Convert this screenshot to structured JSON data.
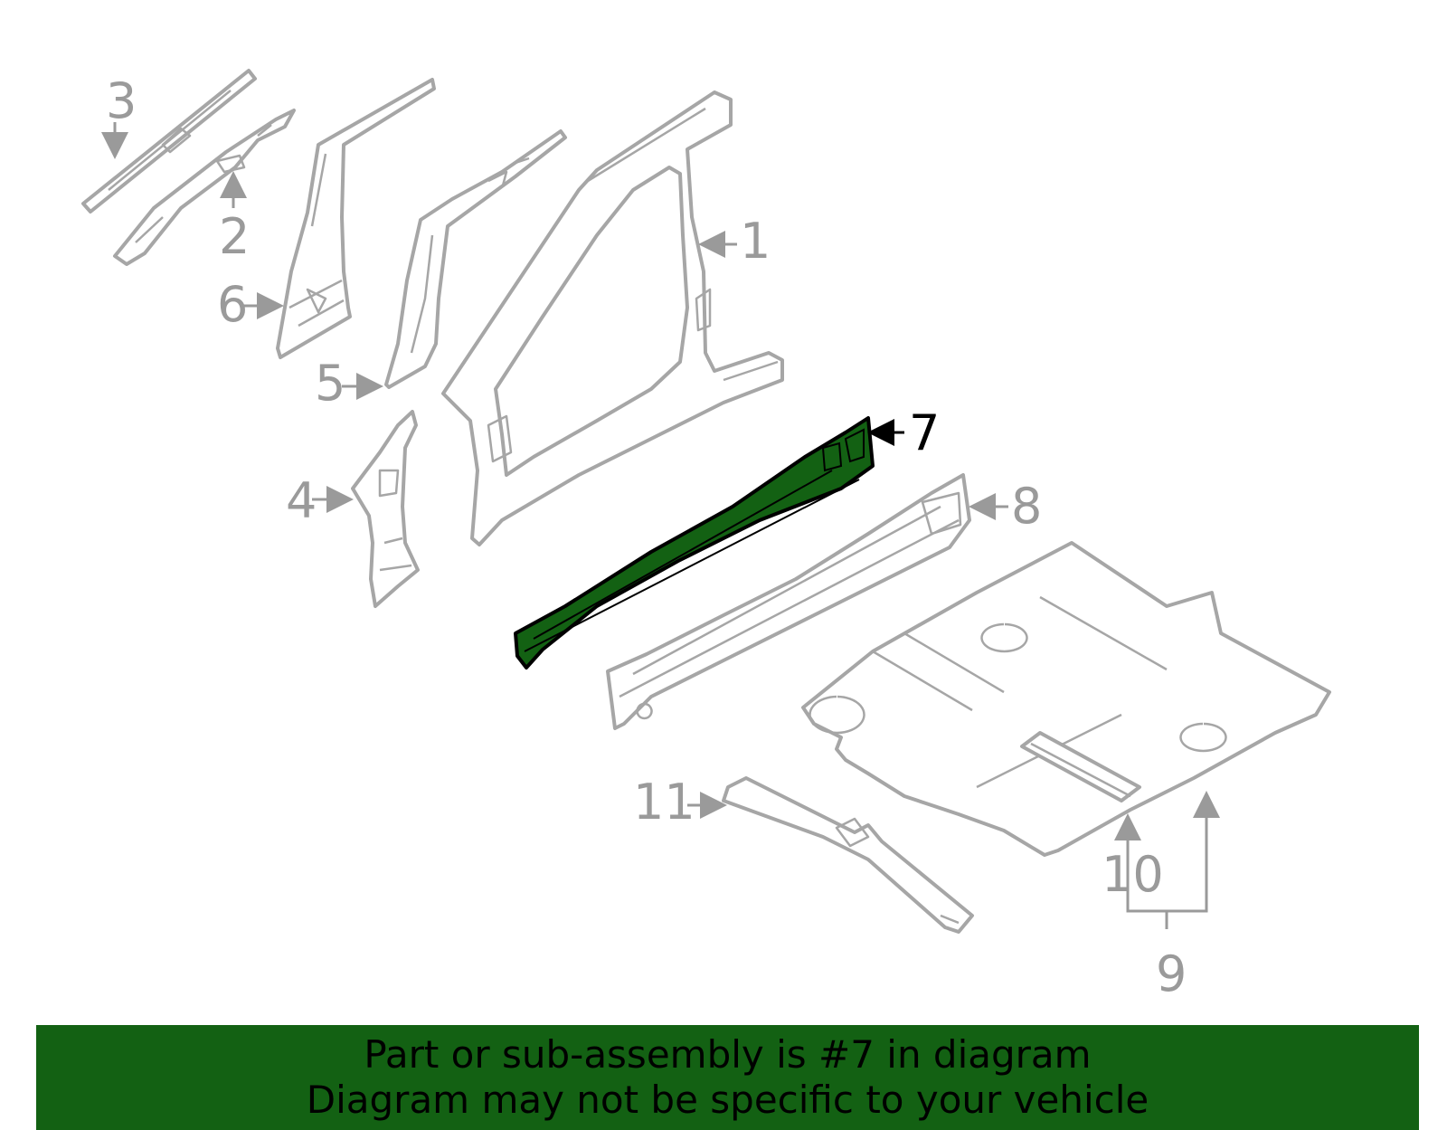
{
  "callouts": {
    "c1": "1",
    "c2": "2",
    "c3": "3",
    "c4": "4",
    "c5": "5",
    "c6": "6",
    "c7": "7",
    "c8": "8",
    "c9": "9",
    "c10": "10",
    "c11": "11"
  },
  "highlight_part": "7",
  "colors": {
    "highlight_fill": "#136113",
    "outline": "#a6a6a6",
    "label": "#9a9a9a",
    "banner": "#136113"
  },
  "banner": {
    "line1": "Part or sub-assembly is #7 in diagram",
    "line2": "Diagram may not be specific to your vehicle"
  }
}
